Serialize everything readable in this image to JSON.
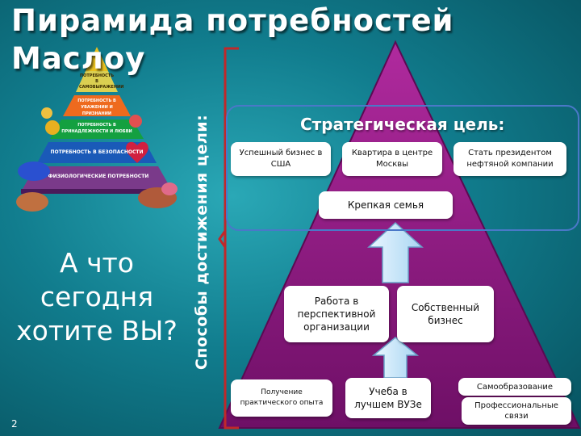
{
  "title": "Пирамида потребностей Маслоу",
  "question": "А что сегодня хотите ВЫ?",
  "page_number": "2",
  "side_label": "Способы достижения цели:",
  "maslow_pyramid": {
    "levels": [
      {
        "label": "ПОТРЕБНОСТЬ В САМОВЫРАЖЕНИИ",
        "color": "#e8c020"
      },
      {
        "label": "ПОТРЕБНОСТЬ В УВАЖЕНИИ И ПРИЗНАНИИ",
        "color": "#ee6a1e"
      },
      {
        "label": "ПОТРЕБНОСТЬ В ПРИНАДЛЕЖНОСТИ И ЛЮБВИ",
        "color": "#14a040"
      },
      {
        "label": "ПОТРЕБНОСТЬ В БЕЗОПАСНОСТИ",
        "color": "#1a5ab8"
      },
      {
        "label": "ФИЗИОЛОГИЧЕСКИЕ ПОТРЕБНОСТИ",
        "color": "#7a3a8a"
      }
    ]
  },
  "strategic_goal": {
    "heading": "Стратегическая цель:",
    "goals": [
      "Успешный бизнес в США",
      "Квартира в центре Москвы",
      "Стать президентом нефтяной компании"
    ],
    "family": "Крепкая семья"
  },
  "means": {
    "work": "Работа в перспективной организации",
    "own_business": "Собственный бизнес",
    "education": "Учеба в лучшем ВУЗе",
    "experience": "Получение практического опыта",
    "self_education": "Самообразование",
    "connections": "Профессиональные связи"
  },
  "colors": {
    "background": "#117d8e",
    "pyramid": "#8e1a84",
    "bracket": "#c0282a",
    "arrow": "#cfe8f8"
  }
}
